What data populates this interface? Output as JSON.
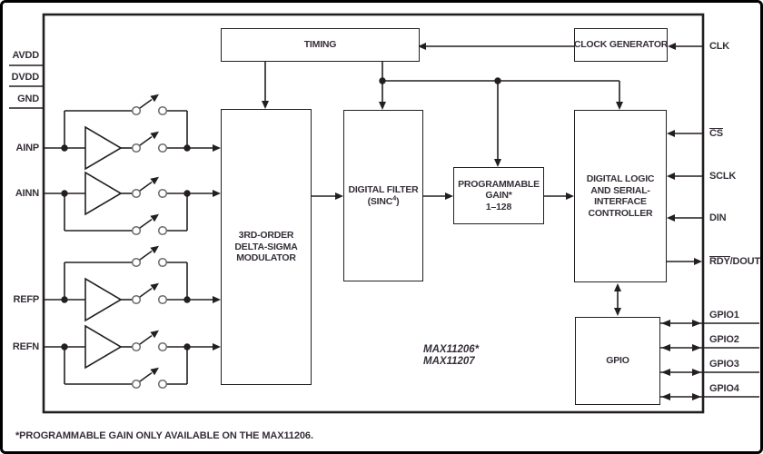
{
  "pins": {
    "avdd": "AVDD",
    "dvdd": "DVDD",
    "gnd": "GND",
    "ainp": "AINP",
    "ainn": "AINN",
    "refp": "REFP",
    "refn": "REFN",
    "clk": "CLK",
    "cs": "CS",
    "sclk": "SCLK",
    "din": "DIN",
    "rdy": "RDY",
    "dout": "/DOUT",
    "gpio1": "GPIO1",
    "gpio2": "GPIO2",
    "gpio3": "GPIO3",
    "gpio4": "GPIO4"
  },
  "blocks": {
    "timing": {
      "label": "TIMING"
    },
    "clock_generator": {
      "label": "CLOCK GENERATOR"
    },
    "modulator": {
      "line1": "3RD-ORDER",
      "line2": "DELTA-SIGMA",
      "line3": "MODULATOR"
    },
    "digital_filter": {
      "line1": "DIGITAL FILTER",
      "line2_pre": "(SINC",
      "line2_sup": "4",
      "line2_post": ")"
    },
    "programmable_gain": {
      "line1": "PROGRAMMABLE",
      "line2": "GAIN*",
      "line3": "1–128"
    },
    "digital_logic": {
      "line1": "DIGITAL LOGIC",
      "line2": "AND SERIAL-",
      "line3": "INTERFACE",
      "line4": "CONTROLLER"
    },
    "gpio": {
      "label": "GPIO"
    }
  },
  "device": {
    "model1": "MAX11206*",
    "model2": "MAX11207"
  },
  "footnote": "*PROGRAMMABLE GAIN ONLY AVAILABLE ON THE MAX11206.",
  "colors": {
    "line": "#231f20",
    "text": "#352f38",
    "background": "#ffffff"
  }
}
